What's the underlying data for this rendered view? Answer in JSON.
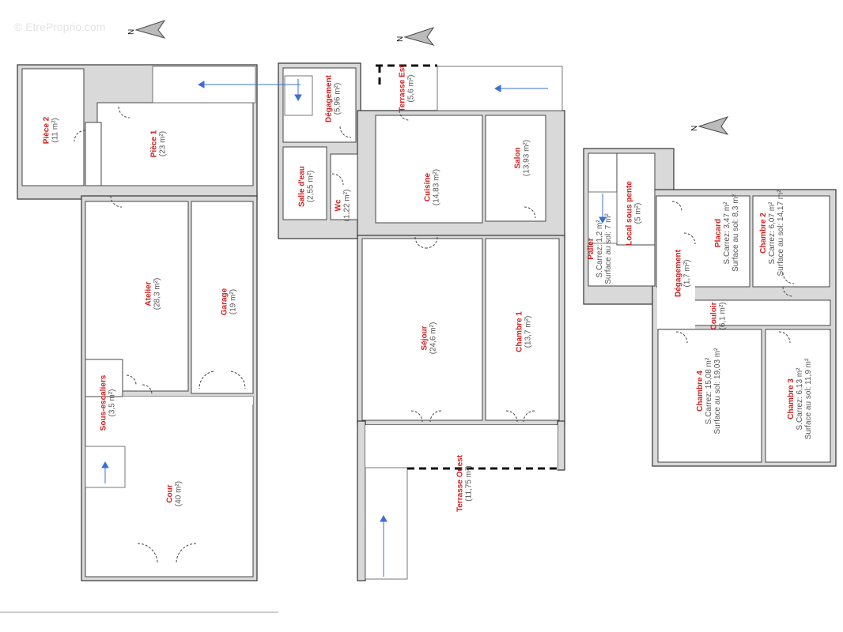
{
  "watermark": "© EtreProprio.com",
  "north_label": "N",
  "floors": [
    {
      "rooms": [
        {
          "name": "Pièce 2",
          "lines": [
            "(11 m²)"
          ]
        },
        {
          "name": "Pièce 1",
          "lines": [
            "(23 m²)"
          ]
        },
        {
          "name": "Atelier",
          "lines": [
            "(28,3 m²)"
          ]
        },
        {
          "name": "Garage",
          "lines": [
            "(19 m²)"
          ]
        },
        {
          "name": "Sous-escaliers",
          "lines": [
            "(3,5 m²)"
          ]
        },
        {
          "name": "Cour",
          "lines": [
            "(40 m²)"
          ]
        }
      ]
    },
    {
      "rooms": [
        {
          "name": "Dégagement",
          "lines": [
            "(5,96 m²)"
          ]
        },
        {
          "name": "Terrasse Est",
          "lines": [
            "(5,6 m²)"
          ]
        },
        {
          "name": "Salle d'eau",
          "lines": [
            "(2,55 m²)"
          ]
        },
        {
          "name": "Wc",
          "lines": [
            "(1,22 m²)"
          ]
        },
        {
          "name": "Cuisine",
          "lines": [
            "(14,83 m²)"
          ]
        },
        {
          "name": "Salon",
          "lines": [
            "(13,93 m²)"
          ]
        },
        {
          "name": "Séjour",
          "lines": [
            "(24,6 m²)"
          ]
        },
        {
          "name": "Chambre 1",
          "lines": [
            "(13,7 m²)"
          ]
        },
        {
          "name": "Terrasse Ouest",
          "lines": [
            "(11,75 m²)"
          ]
        }
      ]
    },
    {
      "rooms": [
        {
          "name": "Local sous pente",
          "lines": [
            "(5 m²)"
          ]
        },
        {
          "name": "Palier",
          "lines": [
            "S.Carrez: 1,2 m²",
            "Surface au sol: 7 m²"
          ]
        },
        {
          "name": "Dégagement",
          "lines": [
            "(1,7 m²)"
          ]
        },
        {
          "name": "Placard",
          "lines": [
            "S.Carrez: 3,47 m²",
            "Surface au sol: 8,3 m²"
          ]
        },
        {
          "name": "Chambre 2",
          "lines": [
            "S.Carrez: 6,07 m²",
            "Surface au sol: 14,17 m²"
          ]
        },
        {
          "name": "Couloir",
          "lines": [
            "(6,1 m²)"
          ]
        },
        {
          "name": "Chambre 4",
          "lines": [
            "S.Carrez: 15,08 m²",
            "Surface au sol: 19,03 m²"
          ]
        },
        {
          "name": "Chambre 3",
          "lines": [
            "S.Carrez: 6,13 m²",
            "Surface au sol: 11,9 m²"
          ]
        }
      ]
    }
  ]
}
